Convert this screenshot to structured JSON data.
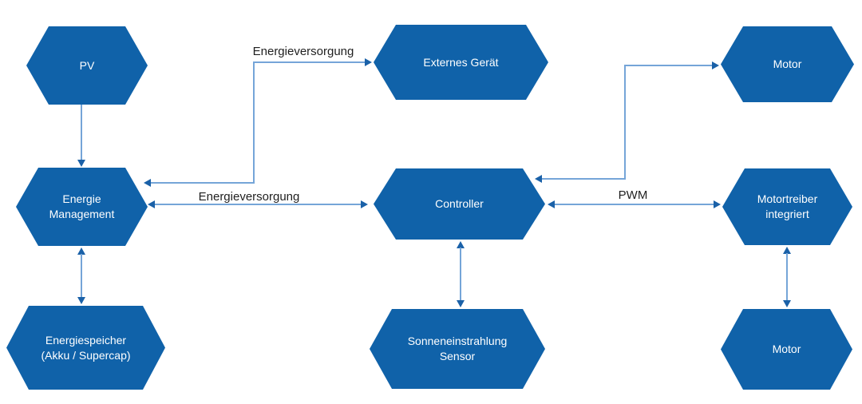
{
  "diagram": {
    "colors": {
      "node_fill": "#1062A9",
      "node_text": "#FFFFFF",
      "connector_line": "#75A5D8",
      "arrowhead": "#1A61A8",
      "edge_label_text": "#1F1F1F",
      "background": "#FFFFFF"
    },
    "nodes": {
      "pv": {
        "label": "PV"
      },
      "externes_geraet": {
        "label": "Externes Gerät"
      },
      "motor_oben": {
        "label": "Motor"
      },
      "energie_management": {
        "label": "Energie\nManagement"
      },
      "controller": {
        "label": "Controller"
      },
      "motortreiber": {
        "label": "Motortreiber\nintegriert"
      },
      "energiespeicher": {
        "label": "Energiespeicher\n(Akku / Supercap)"
      },
      "sonneneinstrahlung_sensor": {
        "label": "Sonneneinstrahlung\nSensor"
      },
      "motor_unten": {
        "label": "Motor"
      }
    },
    "edges": {
      "pv_energie_management": {
        "from": "pv",
        "to": "energie_management",
        "label": "",
        "direction": "forward"
      },
      "energie_management_externes_geraet": {
        "from": "energie_management",
        "to": "externes_geraet",
        "label": "Energieversorgung",
        "direction": "both"
      },
      "energie_management_controller": {
        "from": "energie_management",
        "to": "controller",
        "label": "Energieversorgung",
        "direction": "both"
      },
      "controller_motor_oben": {
        "from": "controller",
        "to": "motor_oben",
        "label": "",
        "direction": "both"
      },
      "controller_motortreiber": {
        "from": "controller",
        "to": "motortreiber",
        "label": "PWM",
        "direction": "both"
      },
      "energie_management_energiespeicher": {
        "from": "energie_management",
        "to": "energiespeicher",
        "label": "",
        "direction": "both"
      },
      "controller_sonneneinstrahlung_sensor": {
        "from": "controller",
        "to": "sonneneinstrahlung_sensor",
        "label": "",
        "direction": "both"
      },
      "motortreiber_motor_unten": {
        "from": "motortreiber",
        "to": "motor_unten",
        "label": "",
        "direction": "both"
      }
    }
  }
}
